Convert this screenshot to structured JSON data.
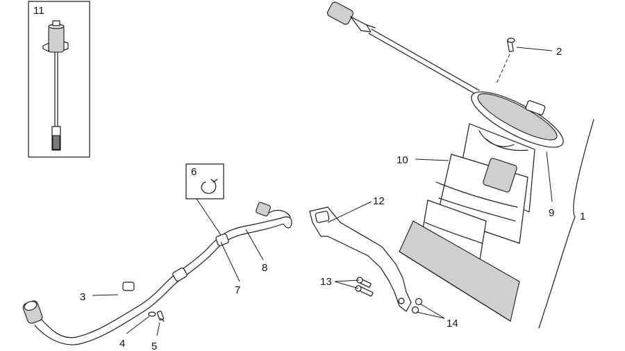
{
  "callouts": {
    "c1": "1",
    "c2": "2",
    "c3": "3",
    "c4": "4",
    "c5": "5",
    "c6": "6",
    "c7": "7",
    "c8": "8",
    "c9": "9",
    "c10": "10",
    "c11": "11",
    "c12": "12",
    "c13": "13",
    "c14": "14"
  },
  "colors": {
    "ink": "#1a1a1a",
    "shade_light": "#cfcfcf",
    "shade_dark": "#7a7a7a",
    "background": "#ffffff"
  }
}
